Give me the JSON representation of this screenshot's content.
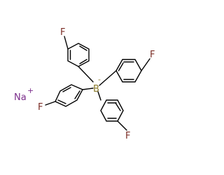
{
  "structure": {
    "atoms": {
      "boron": "B",
      "boron_charge": "-",
      "fluorine": "F",
      "sodium": "Na",
      "sodium_charge": "+"
    },
    "colors": {
      "bond": "#000000",
      "fluorine": "#7b2d26",
      "boron": "#8a7a2a",
      "sodium": "#7b2d8b",
      "background": "#ffffff"
    }
  }
}
